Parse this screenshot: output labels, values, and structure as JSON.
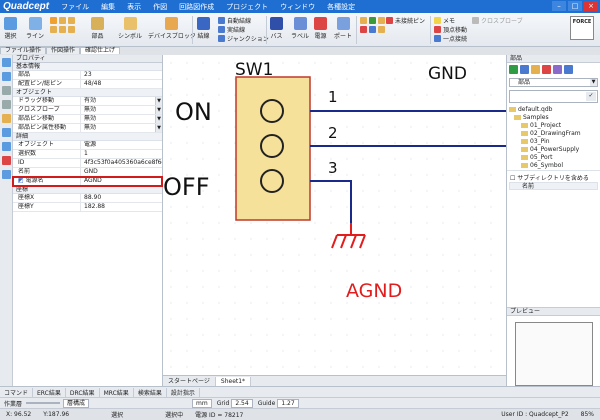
{
  "app": {
    "logo": "Quadcept"
  },
  "menu": [
    "ファイル",
    "編集",
    "表示",
    "作図",
    "回路図作成",
    "プロジェクト",
    "ウィンドウ",
    "各種設定"
  ],
  "ribbon": {
    "select": "選択",
    "line": "ライン",
    "parts": "部品",
    "symbol": "シンボル",
    "device_block": "デバイスブロック",
    "wire": "結線",
    "auto_wire": "自動結線",
    "real_wire": "実結線",
    "junction": "ジャンクション",
    "bus": "バス",
    "label": "ラベル",
    "power": "電源",
    "port": "ポート",
    "unconnected": "未接続ピン",
    "memo": "メモ",
    "cross_probe": "クロスプローブ",
    "point_move": "頂点移動",
    "one_point": "一点接続",
    "force": "FORCE"
  },
  "tabs": [
    "ファイル操作",
    "作図操作",
    "確認仕上げ"
  ],
  "props": {
    "title": "プロパティ",
    "sect_basic": "基本情報",
    "basic": [
      {
        "k": "部品",
        "v": "23"
      },
      {
        "k": "配置ピン/総ピン",
        "v": "48/48"
      }
    ],
    "sect_object": "オブジェクト",
    "object": [
      {
        "k": "ドラッグ移動",
        "v": "有効"
      },
      {
        "k": "クロスプローブ",
        "v": "無効"
      },
      {
        "k": "部品ピン移動",
        "v": "無効"
      },
      {
        "k": "部品ピン属性移動",
        "v": "無効"
      }
    ],
    "sect_detail": "詳細",
    "detail": [
      {
        "k": "オブジェクト",
        "v": "電源"
      },
      {
        "k": "選択数",
        "v": "1"
      },
      {
        "k": "ID",
        "v": "4f3c53f0a405360a6ce8f6e4"
      },
      {
        "k": "名前",
        "v": "GND"
      },
      {
        "k": "電源名",
        "v": "AGND"
      }
    ],
    "sect_coord": "座標",
    "coord": [
      {
        "k": "座標X",
        "v": "88.90"
      },
      {
        "k": "座標Y",
        "v": "182.88"
      }
    ]
  },
  "canvas": {
    "part_name": "SW1",
    "on_label": "ON",
    "off_label": "OFF",
    "pin1": "1",
    "pin2": "2",
    "pin3": "3",
    "gnd_label": "GND",
    "agnd_label": "AGND",
    "colors": {
      "part_fill": "#f5e19a",
      "part_border": "#c0392b",
      "wire": "#1a2a8a",
      "agnd": "#e11d1d"
    }
  },
  "bottom_tabs": [
    "スタートページ",
    "Sheet1*"
  ],
  "right": {
    "parts_title": "部品",
    "combo": "部品",
    "tree": [
      "default.qdb",
      "Samples",
      "01_Project",
      "02_DrawingFram",
      "03_Pin",
      "04_PowerSupply",
      "05_Port",
      "06_Symbol"
    ],
    "subdir": "サブディレクトリを含める",
    "name_col": "名前",
    "preview_title": "プレビュー"
  },
  "status": {
    "tabs": [
      "コマンド",
      "ERC結果",
      "DRC結果",
      "MRC結果",
      "検索結果",
      "設計指示"
    ],
    "mode": "作業層",
    "layer": "層構成",
    "unit": "mm",
    "grid_label": "Grid",
    "grid_val": "2.54",
    "guide_label": "Guide",
    "guide_val": "1.27",
    "x": "X: 96.52",
    "y": "Y:187.96",
    "select": "選択",
    "selecting": "選択中",
    "power_id": "電源 ID = 78217",
    "user": "User ID : Quadcept_P2",
    "zoom": "85%"
  }
}
